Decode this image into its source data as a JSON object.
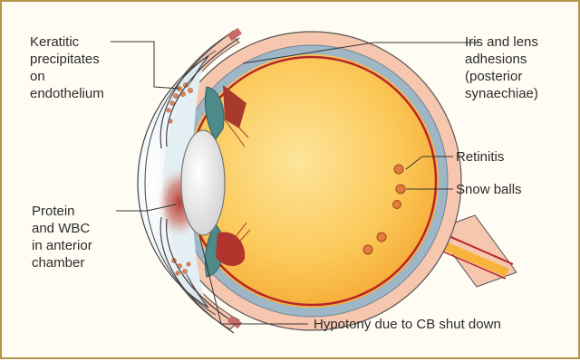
{
  "labels": {
    "keratitic": [
      "Keratitic",
      "precipitates",
      "on",
      "endothelium"
    ],
    "protein": [
      "Protein",
      "and WBC",
      "in anterior",
      "chamber"
    ],
    "iris_adhesions": [
      "Iris and lens",
      "adhesions",
      "(posterior",
      "synaechiae)"
    ],
    "retinitis": "Retinitis",
    "snow_balls": "Snow balls",
    "hypotony": "Hypotony due to CB shut down"
  },
  "colors": {
    "frame": "#b8954a",
    "background": "#fffdf3",
    "sclera": "#f6c6ae",
    "choroid": "#9fb6c6",
    "retina": "#b5262a",
    "vitreous": "#f8b33a",
    "lens": "#e3e3e3",
    "iris": "#4d8a8a",
    "inflammation": "#c0392b"
  }
}
